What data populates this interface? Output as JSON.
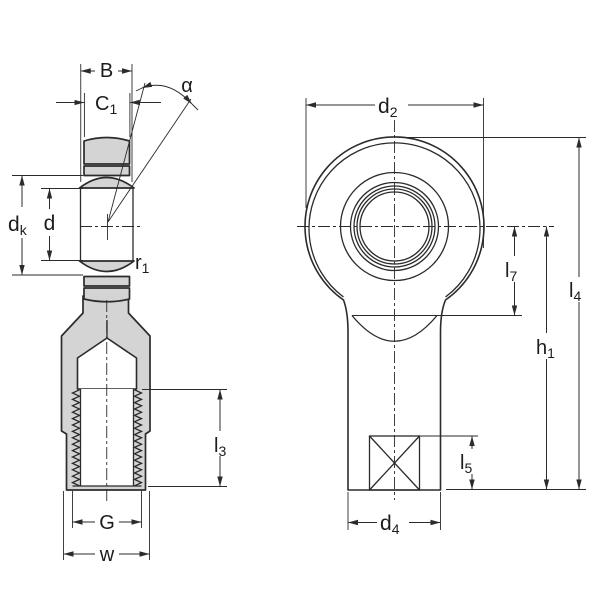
{
  "drawing": {
    "kind": "technical-dimension-drawing",
    "colors": {
      "line": "#2b2b2b",
      "metal_fill": "#d4d4d4",
      "background": "#ffffff"
    },
    "side_view": {
      "labels": {
        "B": {
          "main": "B",
          "sub": ""
        },
        "C1": {
          "main": "C",
          "sub": "1"
        },
        "alpha": {
          "main": "α",
          "sub": ""
        },
        "dk": {
          "main": "d",
          "sub": "k"
        },
        "d": {
          "main": "d",
          "sub": ""
        },
        "r1": {
          "main": "r",
          "sub": "1"
        },
        "l3": {
          "main": "l",
          "sub": "3"
        },
        "G": {
          "main": "G",
          "sub": ""
        },
        "w": {
          "main": "w",
          "sub": ""
        }
      }
    },
    "front_view": {
      "labels": {
        "d2": {
          "main": "d",
          "sub": "2"
        },
        "l7": {
          "main": "l",
          "sub": "7"
        },
        "l4": {
          "main": "l",
          "sub": "4"
        },
        "h1": {
          "main": "h",
          "sub": "1"
        },
        "l5": {
          "main": "l",
          "sub": "5"
        },
        "d4": {
          "main": "d",
          "sub": "4"
        }
      }
    }
  }
}
